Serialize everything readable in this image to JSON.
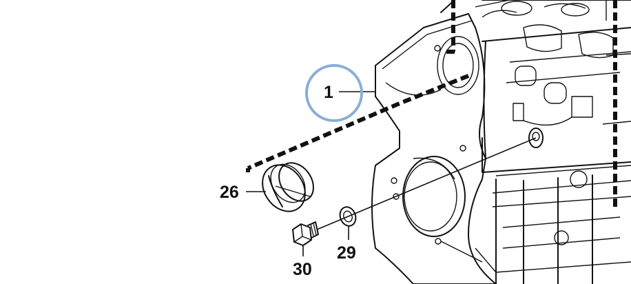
{
  "callouts": {
    "c1": "1",
    "c26": "26",
    "c29": "29",
    "c30": "30"
  },
  "highlight": {
    "color": "#8aaed6",
    "target": "1"
  },
  "colors": {
    "ink": "#111111",
    "background": "#ffffff"
  }
}
